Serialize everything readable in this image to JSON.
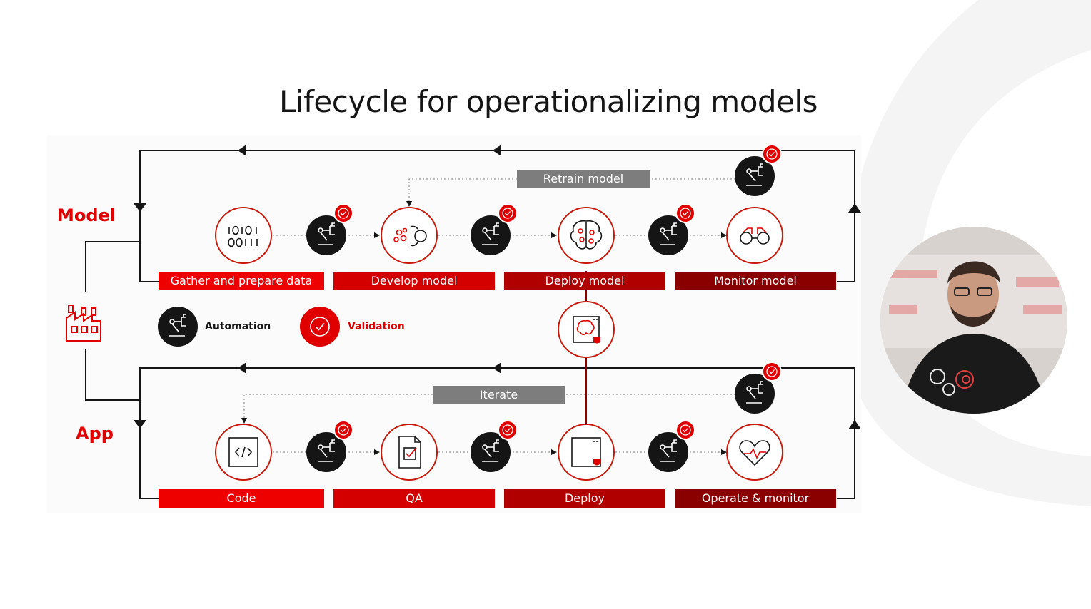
{
  "title": "Lifecycle for operationalizing models",
  "sections": {
    "model": {
      "label": "Model"
    },
    "app": {
      "label": "App"
    }
  },
  "model_stages": [
    {
      "label": "Gather and prepare data",
      "icon": "binary-data-icon"
    },
    {
      "label": "Develop model",
      "icon": "model-nodes-icon"
    },
    {
      "label": "Deploy model",
      "icon": "brain-icon"
    },
    {
      "label": "Monitor model",
      "icon": "binoculars-icon"
    }
  ],
  "app_stages": [
    {
      "label": "Code",
      "icon": "code-window-icon"
    },
    {
      "label": "QA",
      "icon": "checklist-document-icon"
    },
    {
      "label": "Deploy",
      "icon": "container-icon"
    },
    {
      "label": "Operate & monitor",
      "icon": "heart-pulse-icon"
    }
  ],
  "feedback": {
    "model": "Retrain model",
    "app": "Iterate"
  },
  "legend": {
    "automation": "Automation",
    "validation": "Validation"
  },
  "colors": {
    "brand_red": "#ee0000",
    "dark_red": "#8a0000",
    "black": "#151515",
    "gray": "#7d7d7d"
  }
}
